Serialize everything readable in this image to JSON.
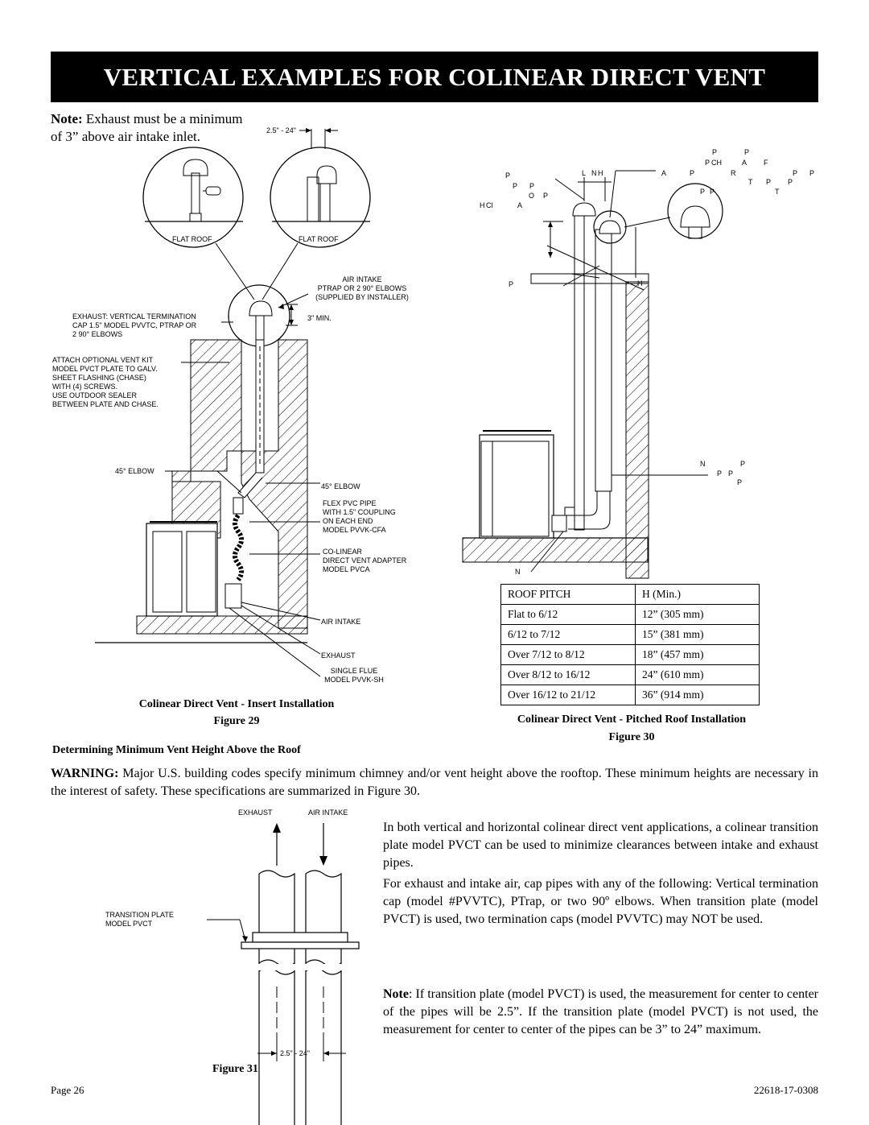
{
  "banner": "VERTICAL EXAMPLES FOR COLINEAR DIRECT VENT",
  "note_top": {
    "bold": "Note:",
    "line1": " Exhaust must be a minimum",
    "line2": "of 3” above air intake inlet."
  },
  "fig29": {
    "dim": "2.5\" - 24\"",
    "flat_roof_left": "FLAT ROOF",
    "flat_roof_right": "FLAT ROOF",
    "air_intake_ptrap": [
      "AIR INTAKE",
      "PTRAP OR 2 90° ELBOWS",
      "(SUPPLIED BY INSTALLER)"
    ],
    "min3": "3\" MIN.",
    "exhaust_term": [
      "EXHAUST: VERTICAL TERMINATION",
      "CAP 1.5\" MODEL PVVTC, PTRAP OR",
      "2 90° ELBOWS"
    ],
    "attach_kit": [
      "ATTACH OPTIONAL VENT KIT",
      "MODEL PVCT PLATE TO GALV.",
      "SHEET FLASHING (CHASE)",
      "WITH (4) SCREWS.",
      "USE OUTDOOR SEALER",
      "BETWEEN PLATE AND CHASE."
    ],
    "elbow45_left": "45° ELBOW",
    "elbow45_right": "45° ELBOW",
    "flex": [
      "FLEX PVC PIPE",
      "WITH 1.5\" COUPLING",
      "ON EACH END",
      "MODEL PVVK-CFA"
    ],
    "colinear": [
      "CO-LINEAR",
      "DIRECT VENT ADAPTER",
      "MODEL PVCA"
    ],
    "air_intake": "AIR INTAKE",
    "exhaust": "EXHAUST",
    "single_flue": [
      "SINGLE FLUE",
      "MODEL PVVK-SH"
    ],
    "caption_title": "Colinear Direct Vent - Insert Installation",
    "caption_fig": "Figure 29"
  },
  "fig30": {
    "frag": {
      "a1": "P",
      "a2": "P",
      "b1": "P",
      "b2": "CH",
      "b3": "A",
      "b4": "F",
      "c1": "P",
      "c2": "L",
      "c3": "N",
      "c4": "H",
      "c5": "A",
      "c6": "P",
      "c7": "R",
      "c8": "P",
      "c9": "P",
      "d1": "P",
      "d2": "P",
      "d3": "T",
      "d4": "P",
      "d5": "P",
      "e1": "O",
      "e2": "P",
      "e3": "P",
      "e4": "P",
      "e5": "T",
      "f1": "H",
      "f2": "Cl",
      "f3": "A",
      "g1": "P",
      "g2": "H",
      "h1": "N",
      "h2": "P",
      "h3": "P",
      "h4": "P",
      "h5": "P",
      "i1": "N"
    },
    "table": {
      "header": [
        "ROOF PITCH",
        "H (Min.)"
      ],
      "rows": [
        [
          "Flat to 6/12",
          "12” (305 mm)"
        ],
        [
          "6/12 to 7/12",
          "15” (381 mm)"
        ],
        [
          "Over 7/12 to 8/12",
          "18” (457 mm)"
        ],
        [
          "Over 8/12 to 16/12",
          "24” (610 mm)"
        ],
        [
          "Over 16/12 to 21/12",
          "36” (914 mm)"
        ]
      ]
    },
    "caption_title": "Colinear Direct Vent - Pitched Roof Installation",
    "caption_fig": "Figure 30"
  },
  "section_heading": "Determining Minimum Vent Height Above the Roof",
  "warning": {
    "bold": "WARNING:",
    "text": " Major U.S. building codes specify minimum chimney and/or vent height above the rooftop. These minimum heights are necessary in the interest of safety. These specifications are summarized in Figure 30."
  },
  "fig31": {
    "exhaust": "EXHAUST",
    "air_intake": "AIR INTAKE",
    "transition": [
      "TRANSITION PLATE",
      "MODEL PVCT"
    ],
    "dim": "2.5\" - 24\"",
    "caption_fig": "Figure 31"
  },
  "para1": "In both vertical and horizontal colinear direct vent applications, a colinear transition plate model PVCT can be used to minimize clearances between intake and exhaust pipes.",
  "para2": "For exhaust and intake air, cap pipes with any of the following: Vertical termination cap (model #PVVTC), PTrap, or two 90º elbows. When transition plate (model PVCT) is used, two termination caps (model PVVTC) may NOT be used.",
  "para3": {
    "bold": "Note",
    "text": ": If transition plate (model PVCT) is used, the measurement for center to center of the pipes will be 2.5”. If the transition plate (model PVCT) is not used, the measurement for center to center of the pipes can be 3” to 24” maximum."
  },
  "footer": {
    "page": "Page 26",
    "doc": "22618-17-0308"
  }
}
